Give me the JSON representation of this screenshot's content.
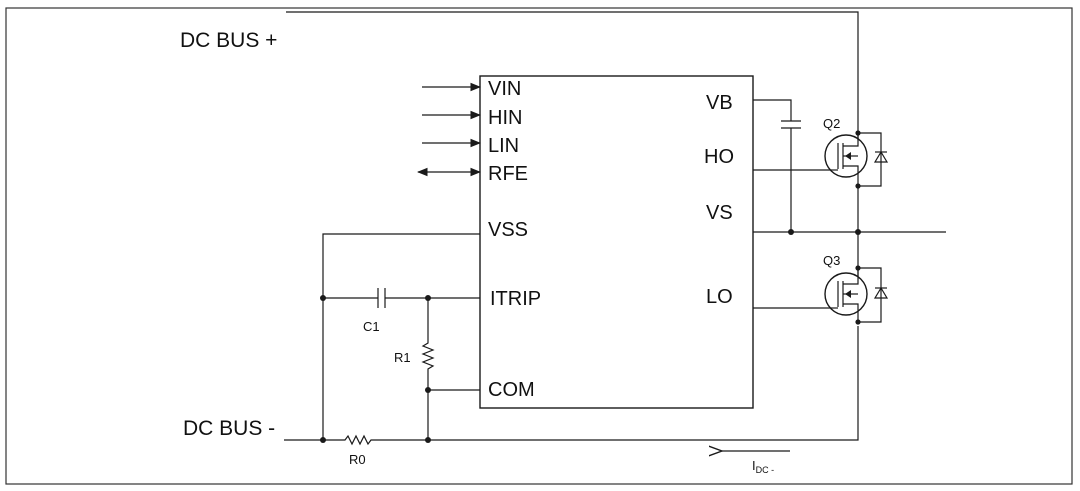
{
  "labels": {
    "dc_bus_plus": "DC BUS +",
    "dc_bus_minus": "DC BUS -",
    "c1": "C1",
    "r1": "R1",
    "r0": "R0",
    "q2": "Q2",
    "q3": "Q3",
    "idc_main": "I",
    "idc_sub": "DC -"
  },
  "ic_pins": {
    "vin": "VIN",
    "hin": "HIN",
    "lin": "LIN",
    "rfe": "RFE",
    "vss": "VSS",
    "itrip": "ITRIP",
    "com": "COM",
    "vb": "VB",
    "ho": "HO",
    "vs": "VS",
    "lo": "LO"
  }
}
